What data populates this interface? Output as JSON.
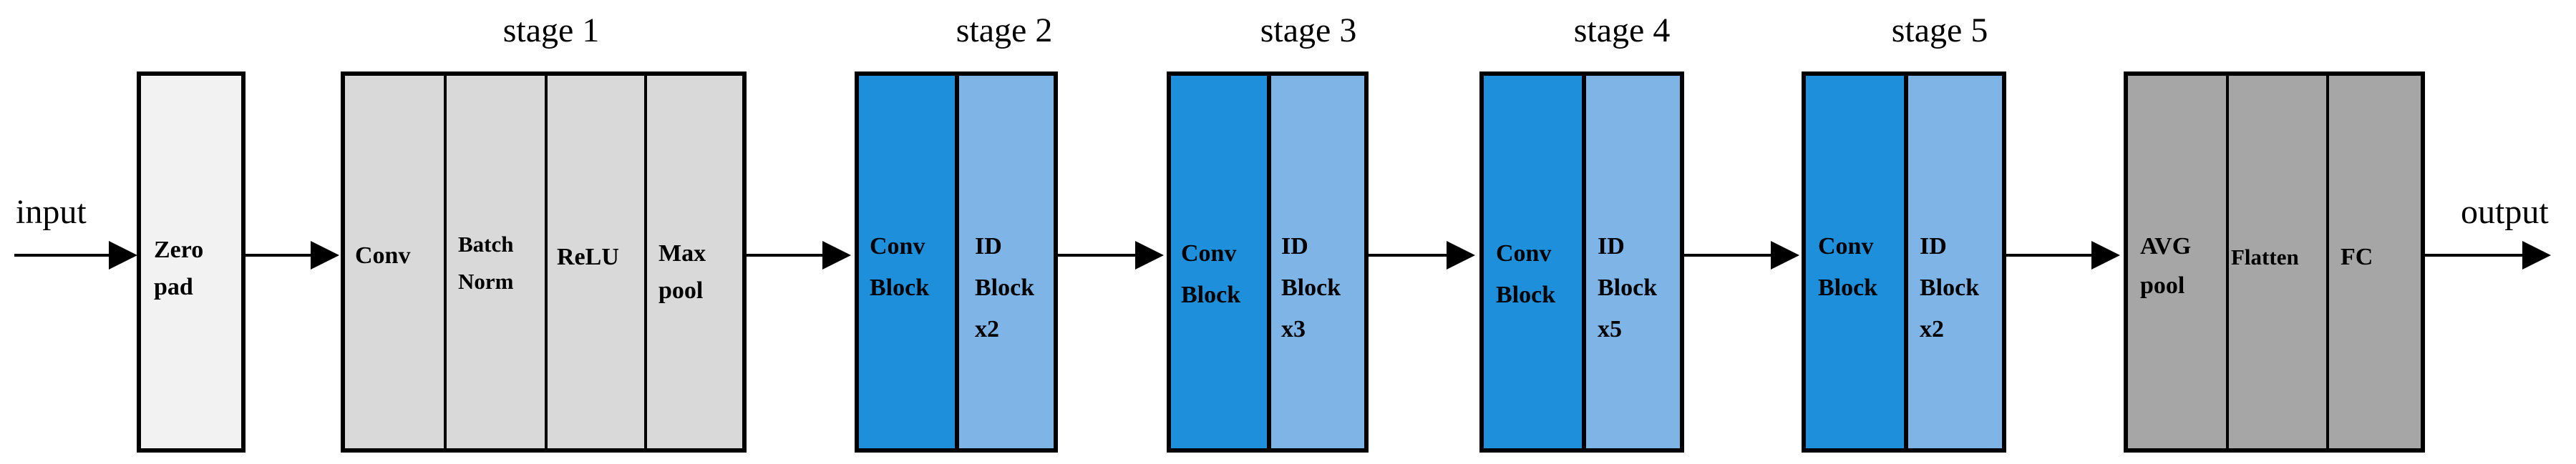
{
  "diagram": {
    "input_label": "input",
    "output_label": "output",
    "zero_pad": [
      "Zero",
      "pad"
    ],
    "stages": [
      {
        "title": "stage 1",
        "cells": [
          [
            "Conv"
          ],
          [
            "Batch",
            "Norm"
          ],
          [
            "ReLU"
          ],
          [
            "Max",
            "pool"
          ]
        ]
      },
      {
        "title": "stage 2",
        "cells": [
          [
            "Conv",
            "Block"
          ],
          [
            "ID",
            "Block",
            "x2"
          ]
        ]
      },
      {
        "title": "stage 3",
        "cells": [
          [
            "Conv",
            "Block"
          ],
          [
            "ID",
            "Block",
            "x3"
          ]
        ]
      },
      {
        "title": "stage 4",
        "cells": [
          [
            "Conv",
            "Block"
          ],
          [
            "ID",
            "Block",
            "x5"
          ]
        ]
      },
      {
        "title": "stage 5",
        "cells": [
          [
            "Conv",
            "Block"
          ],
          [
            "ID",
            "Block",
            "x2"
          ]
        ]
      }
    ],
    "head": [
      [
        "AVG",
        "pool"
      ],
      [
        "Flatten"
      ],
      [
        "FC"
      ]
    ],
    "colors": {
      "zero_pad_fill": "#f2f2f2",
      "stage1_fill": "#d9d9d9",
      "conv_block_fill": "#1e8fda",
      "id_block_fill": "#7fb4e6",
      "head_fill": "#a6a6a6",
      "stroke": "#000000"
    }
  }
}
